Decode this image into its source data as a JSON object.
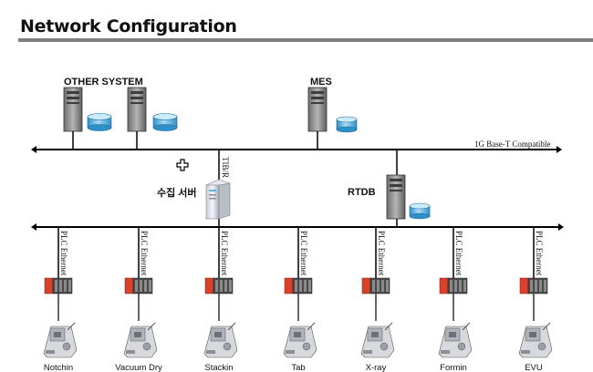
{
  "title": "Network Configuration",
  "labels": {
    "other_system": "OTHER SYSTEM",
    "mes": "MES",
    "backbone": "1G Base-T Compatible",
    "tibr": "TIB/R",
    "collection_server": "수집 서버",
    "rtdb": "RTDB"
  },
  "plc_links": [
    {
      "text": "PLC Ethernet"
    },
    {
      "text": "PLC Ethernet"
    },
    {
      "text": "PLC Ethernet"
    },
    {
      "text": "PLC Ethernet"
    },
    {
      "text": "PLC Ethernet"
    },
    {
      "text": "PLC Ethernet"
    },
    {
      "text": "PLC Ethernet"
    }
  ],
  "stations": [
    {
      "name": "Notchin"
    },
    {
      "name": "Vacuum Dry"
    },
    {
      "name": "Stackin"
    },
    {
      "name": "Tab"
    },
    {
      "name": "X-ray"
    },
    {
      "name": "Formin"
    },
    {
      "name": "EVU"
    }
  ],
  "icons": {
    "server": "server-tower-icon",
    "database": "database-cylinder-icon",
    "plc": "plc-module-icon",
    "machine": "machine-equipment-icon",
    "cursor": "move-cursor-icon"
  },
  "colors": {
    "rule": "#7f7f7f",
    "server_body": "#8c8c8c",
    "database": "#5ab8e6",
    "plc_red": "#d9412b",
    "network": "#000000"
  }
}
